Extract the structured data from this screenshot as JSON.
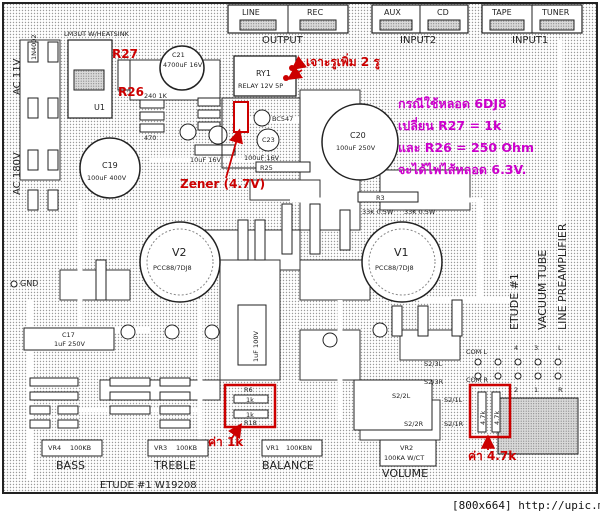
{
  "board": {
    "header_output_left": "LINE",
    "header_output_right": "REC",
    "header_output": "OUTPUT",
    "header_input2_left": "AUX",
    "header_input2_right": "CD",
    "header_input2": "INPUT2",
    "header_input1_left": "TAPE",
    "header_input1_right": "TUNER",
    "header_input1": "INPUT1",
    "lmout": "LM3UT W/HEATSINK",
    "ac_11v": "AC 11V",
    "ac_180v": "AC 180V",
    "gnd": "GND",
    "c21": "C21",
    "c21_val": "4700uF 16V",
    "ry1": "RY1",
    "ry1_val": "RELAY 12V 5P",
    "c20": "C20",
    "c20_val": "100uF 250V",
    "c19": "C19",
    "c19_val": "100uF 400V",
    "c23": "C23",
    "c23_val": "100uF 16V",
    "c22_val": "10uF 16V",
    "bc547": "BC547",
    "r25": "R25",
    "r3": "R3",
    "r3_val": "33K 0.5W",
    "r3_val2": "33K 0.5W",
    "v2": "V2",
    "v2_type": "PCC88/7DJ8",
    "v1": "V1",
    "v1_type": "PCC88/7DJ8",
    "c17": "C17",
    "c17_val": "1uF 250V",
    "c8_val": "1uF 100V",
    "etude": "ETUDE #1",
    "vacuum": "VACUUM TUBE",
    "line_pre": "LINE PREAMPLIFIER",
    "bottom_code": "ETUDE #1 W19208",
    "bass": "BASS",
    "vr4": "VR4",
    "vr4_val": "100KB",
    "treble": "TREBLE",
    "vr3": "VR3",
    "vr3_val": "100KB",
    "balance": "BALANCE",
    "vr1": "VR1",
    "vr1_val": "100KBN",
    "volume": "VOLUME",
    "vr2": "VR2",
    "vr2_val": "100KA W/CT",
    "com_l": "COM L",
    "com_r": "COM R",
    "s2_3l": "S2/3L",
    "s2_3r": "S2/3R",
    "s2_2l": "S2/2L",
    "s2_2r": "S2/2R",
    "s2_1l": "S2/1L",
    "s2_1r": "S2/1R",
    "j_l": "L",
    "j_r": "R",
    "n4": "4",
    "n3": "3",
    "n2": "2",
    "n1": "1",
    "pin_l": "L",
    "pin_r": "R",
    "r27": "R27",
    "r26": "R26",
    "r26_val": "240 1K",
    "r6": "R6",
    "r18": "R18",
    "res_1k": "1k",
    "res_47k": "4.7k",
    "u1": "U1",
    "res_470": "470",
    "d_1n4002": "1N4002"
  },
  "annotations": {
    "drill": "เจาะรูเพิ่ม 2 รู",
    "zener": "Zener (4.7V)",
    "note1": "กรณีใช้หลอด 6DJ8",
    "note2": "เปลี่ยน R27 = 1k",
    "note3": "และ R26 = 250 Ohm",
    "note4": "จะได้ไฟไส้หลอด 6.3V.",
    "ca1k": "ค่า 1k",
    "ca47k": "ค่า 4.7k"
  },
  "footer": {
    "text": "[800x664] http://upic.me/"
  }
}
